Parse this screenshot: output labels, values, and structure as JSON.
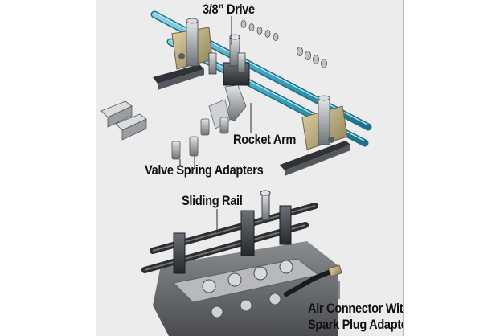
{
  "labels": {
    "drive": "3/8” Drive",
    "rocker_arm": "Rocket Arm",
    "valve_spring_adapters": "Valve Spring Adapters",
    "sliding_rail": "Sliding Rail",
    "air_connector_line1": "Air Connector With",
    "air_connector_line2": "Spark Plug Adapter"
  },
  "colors": {
    "background": "#ececec",
    "rail_shaft": "#3fa6c4",
    "metal": "#a9acb0",
    "dark_metal": "#3a3d42",
    "brass": "#b9a874",
    "label_text": "#111111"
  }
}
